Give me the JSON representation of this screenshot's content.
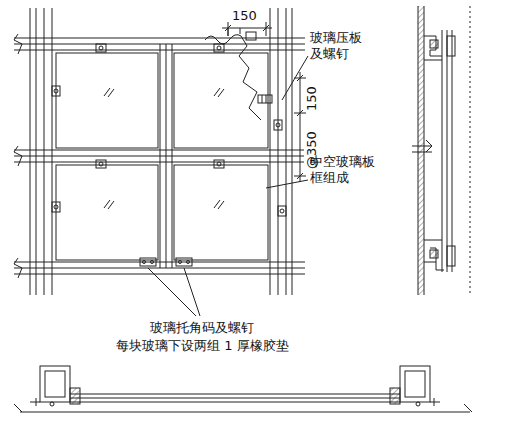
{
  "diagram": {
    "labels": [
      "150",
      "玻璃压板 及螺钉",
      "150",
      "@350",
      "中空玻璃板 框组成",
      "玻璃托角码及螺钉",
      "每块玻璃下设两组 1 厚橡胶垫"
    ]
  }
}
